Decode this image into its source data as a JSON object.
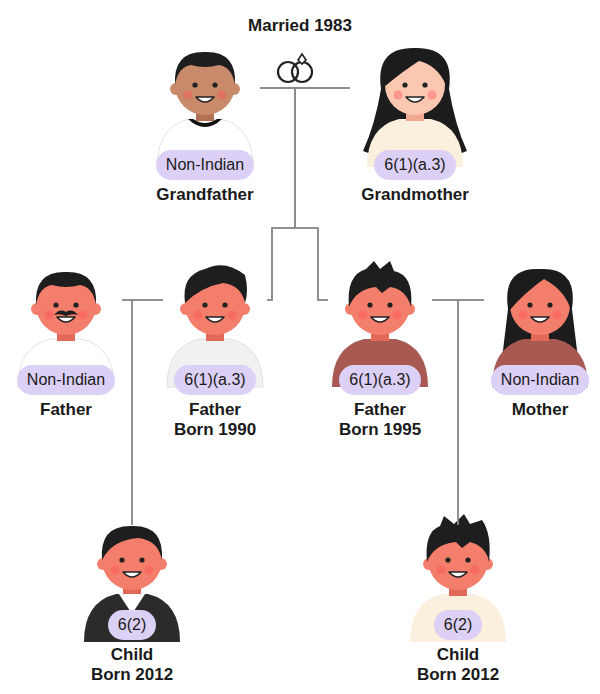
{
  "diagram": {
    "title": "Married 1983",
    "nodes": [
      {
        "text": [
          "Non-Indian",
          "Grandfather"
        ]
      },
      {
        "text": [
          "6(1)(a.3)",
          "Grandmother"
        ]
      },
      {
        "text": [
          "Non-Indian",
          "Father"
        ]
      },
      {
        "text": [
          "6(1)(a.3)",
          "Father Born 1990"
        ]
      },
      {
        "text": [
          "6(1)(a.3)",
          "Father Born 1995"
        ]
      },
      {
        "text": [
          "Non-Indian",
          "Mother"
        ]
      },
      {
        "text": [
          "6(2)",
          "Child Born 2012"
        ]
      },
      {
        "text": [
          "6(2)",
          "Child Born 2012"
        ]
      }
    ],
    "edges": [
      {
        "from": 0,
        "to": 1,
        "arrow": "none"
      },
      {
        "from": 0,
        "to": 3,
        "arrow": "none"
      },
      {
        "from": 1,
        "to": 3,
        "arrow": "none"
      },
      {
        "from": 0,
        "to": 4,
        "arrow": "none"
      },
      {
        "from": 1,
        "to": 4,
        "arrow": "none"
      },
      {
        "from": 2,
        "to": 3,
        "arrow": "none"
      },
      {
        "from": 4,
        "to": 5,
        "arrow": "none"
      },
      {
        "from": 2,
        "to": 6,
        "arrow": "none"
      },
      {
        "from": 3,
        "to": 6,
        "arrow": "none"
      },
      {
        "from": 4,
        "to": 7,
        "arrow": "none"
      },
      {
        "from": 5,
        "to": 7,
        "arrow": "none"
      }
    ]
  }
}
